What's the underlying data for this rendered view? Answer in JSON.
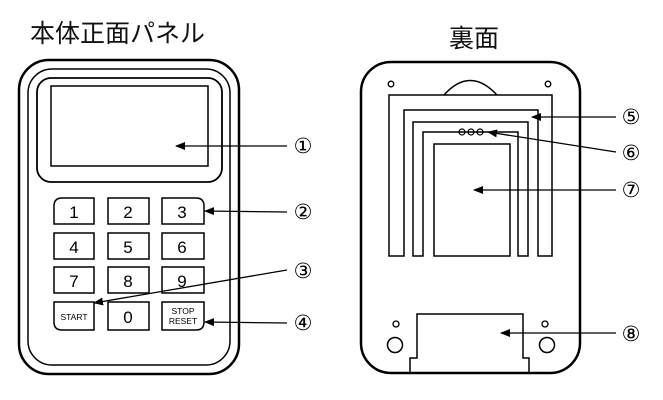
{
  "titles": {
    "front": "本体正面パネル",
    "back": "裏面"
  },
  "keypad": {
    "row1": [
      "1",
      "2",
      "3"
    ],
    "row2": [
      "4",
      "5",
      "6"
    ],
    "row3": [
      "7",
      "8",
      "9"
    ],
    "start": "START",
    "zero": "0",
    "stop_line1": "STOP",
    "stop_line2": "RESET"
  },
  "callouts": [
    "①",
    "②",
    "③",
    "④",
    "⑤",
    "⑥",
    "⑦",
    "⑧"
  ]
}
